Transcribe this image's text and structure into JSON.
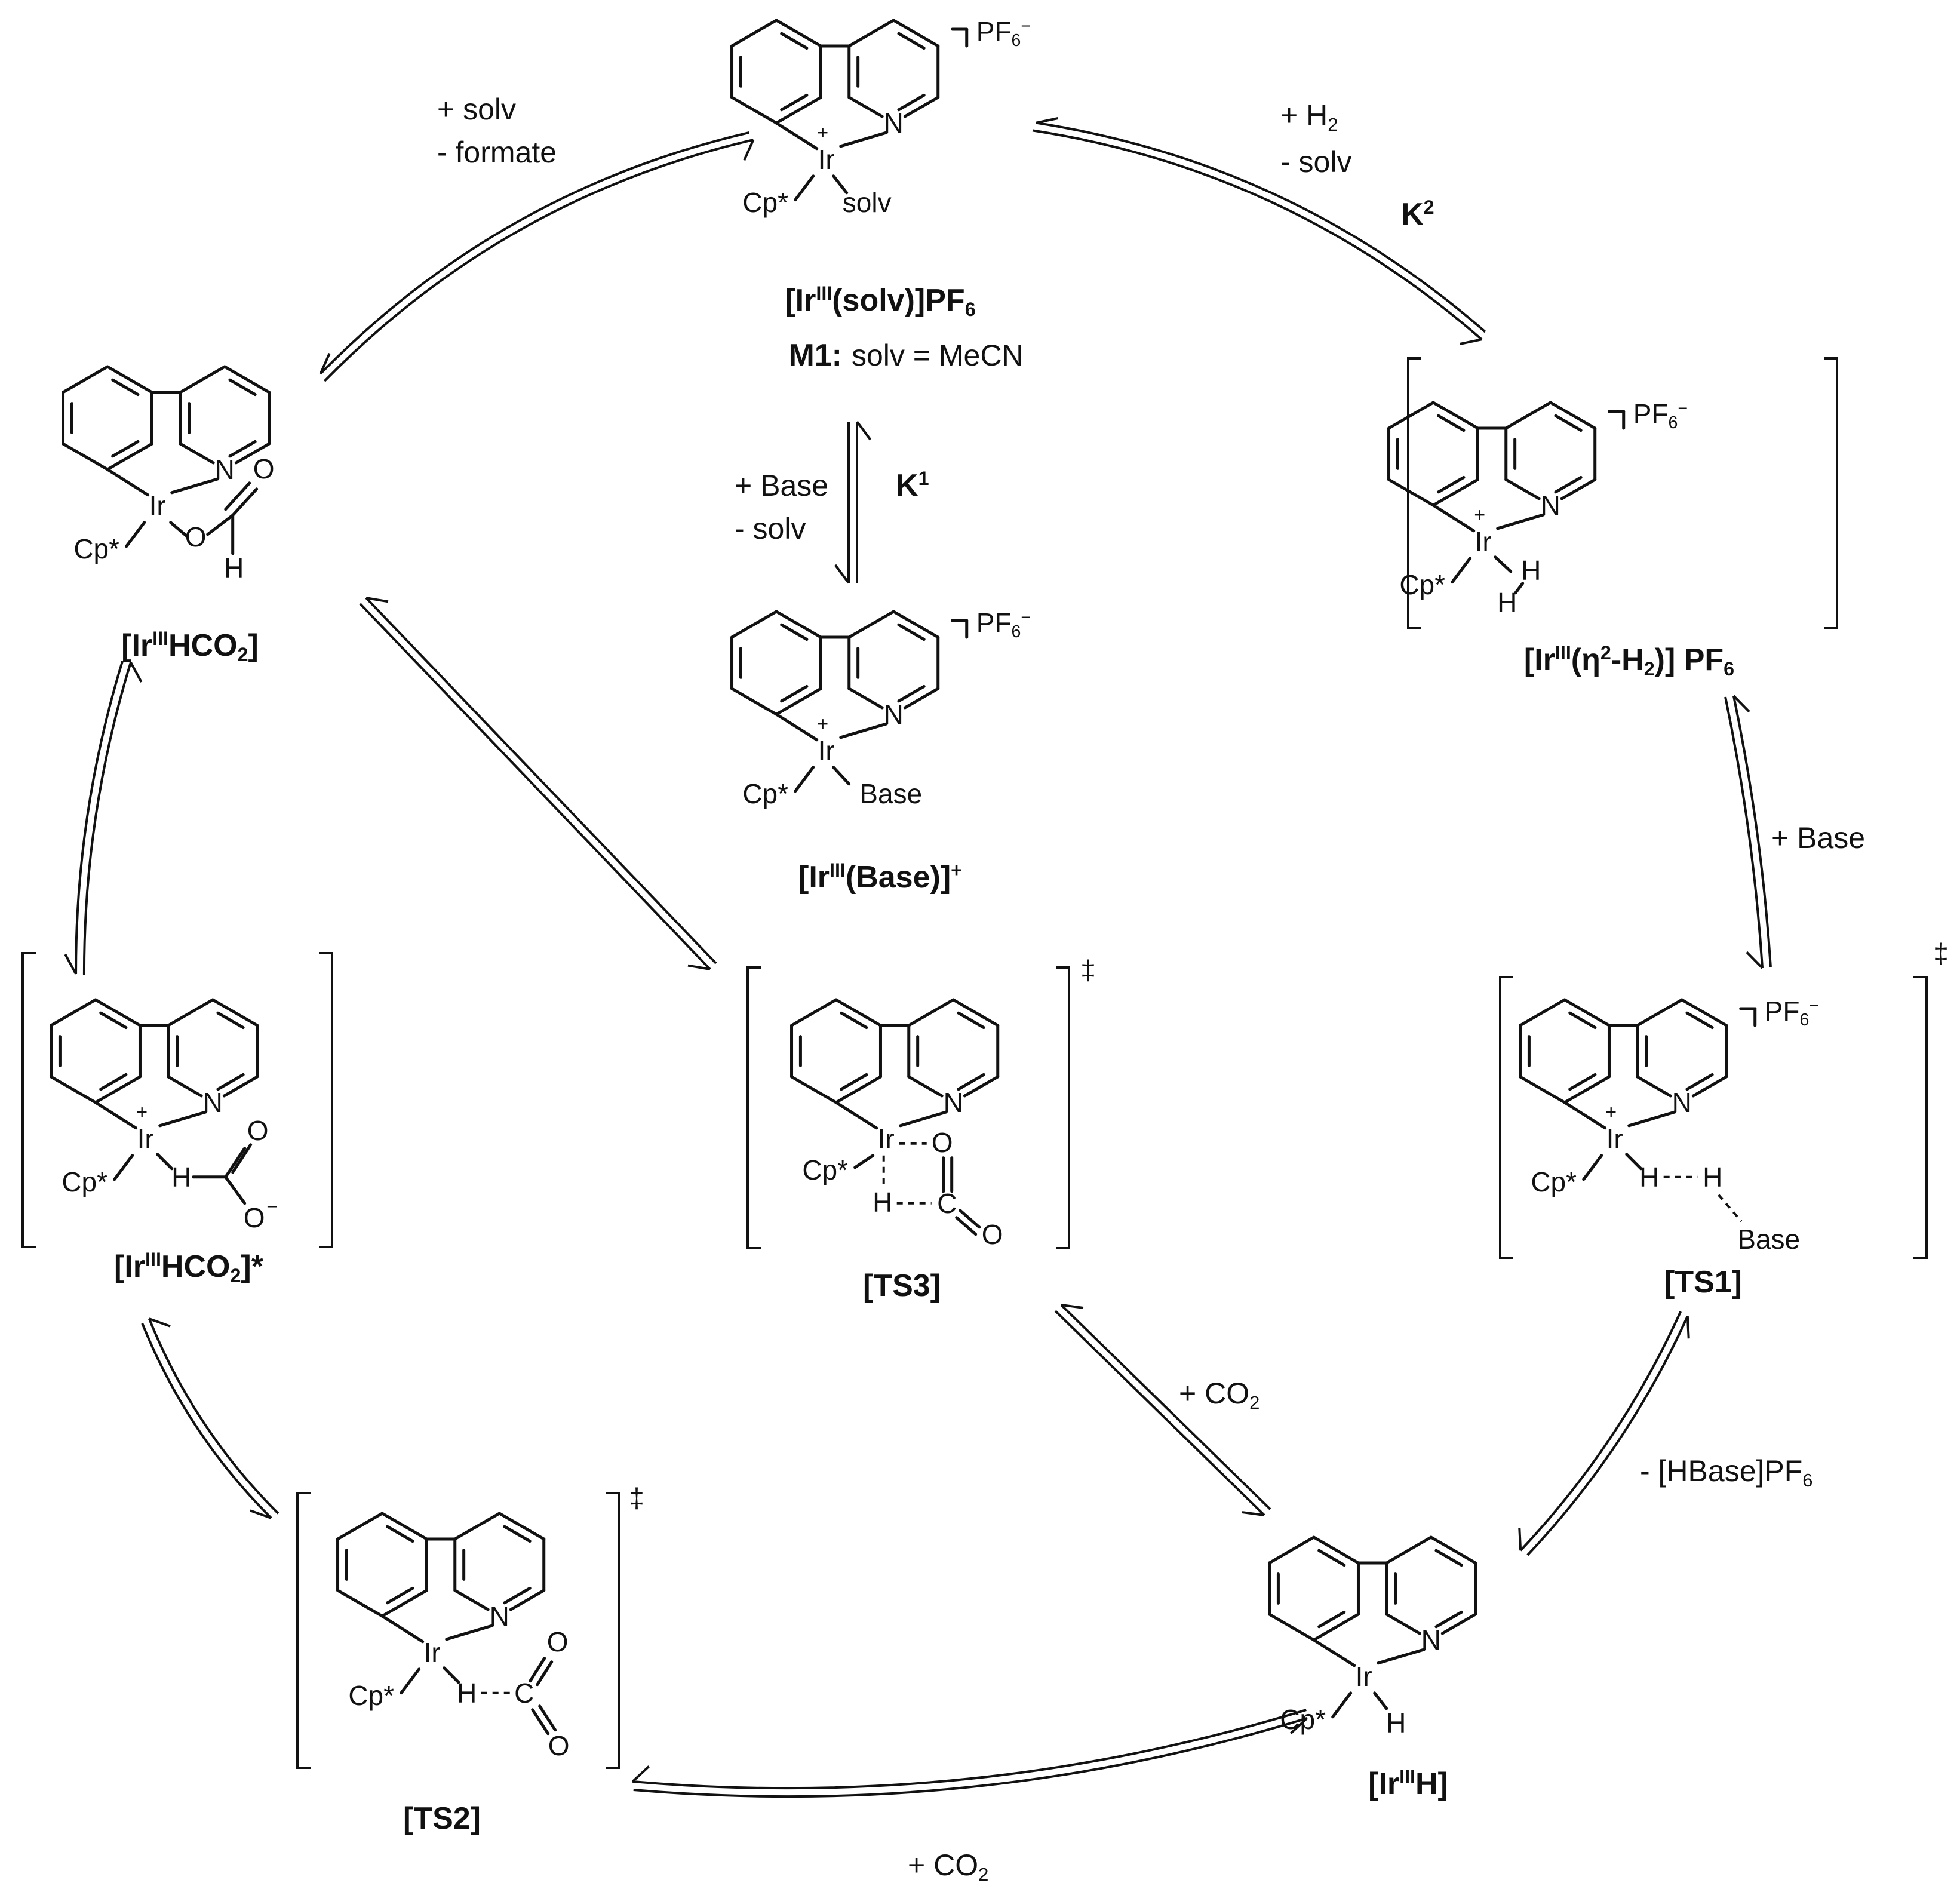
{
  "atoms": {
    "iridium": "Ir",
    "nitrogen": "N",
    "cp_star": "Cp*",
    "oxygen": "O",
    "hydrogen": "H",
    "plus": "+",
    "minus": "−",
    "solv": "solv",
    "base": "Base",
    "counterion": "PF₆⁻",
    "dagger": "‡"
  },
  "species": [
    {
      "id": "solv",
      "caption": "[IrIII(solv)]PF6",
      "caption_parts": [
        "[Ir",
        "III",
        "(solv)]PF",
        "6"
      ],
      "sublabel_bold": "M1:",
      "sublabel": "solv = MeCN"
    },
    {
      "id": "base_adduct",
      "caption_parts": [
        "[Ir",
        "III",
        "(Base)]",
        "+"
      ]
    },
    {
      "id": "h2",
      "caption_parts": [
        "[Ir",
        "III",
        "(η",
        "2",
        "-H",
        "2",
        ")] PF",
        "6"
      ]
    },
    {
      "id": "ts1",
      "caption": "[TS1]"
    },
    {
      "id": "hydride",
      "caption_parts": [
        "[Ir",
        "III",
        "H]"
      ]
    },
    {
      "id": "ts2",
      "caption": "[TS2]"
    },
    {
      "id": "formate_star",
      "caption_parts": [
        "[Ir",
        "III",
        "HCO",
        "2",
        "]*"
      ]
    },
    {
      "id": "formate",
      "caption_parts": [
        "[Ir",
        "III",
        "HCO",
        "2",
        "]"
      ]
    },
    {
      "id": "ts3",
      "caption": "[TS3]"
    }
  ],
  "reaction_labels": {
    "top_left": [
      "+ solv",
      "- formate"
    ],
    "top_right": [
      "+ H",
      "2",
      "- solv"
    ],
    "k2": "K",
    "k2_sup": "2",
    "center": [
      "+ Base",
      "-  solv"
    ],
    "k1": "K",
    "k1_sup": "1",
    "right": "+ Base",
    "lower_right": "- [HBase]PF",
    "lower_right_sub": "6",
    "middle": "+ CO",
    "middle_sub": "2",
    "bottom": "+ CO",
    "bottom_sub": "2"
  }
}
